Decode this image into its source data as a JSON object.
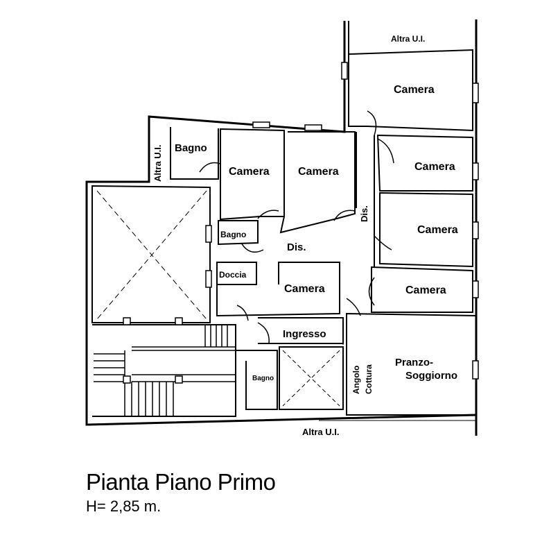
{
  "plan": {
    "rooms": {
      "altra_top": "Altra U.I.",
      "camera_ne": "Camera",
      "altra_left": "Altra U.I.",
      "bagno_top": "Bagno",
      "camera_a": "Camera",
      "camera_b": "Camera",
      "camera_e1": "Camera",
      "camera_e2": "Camera",
      "dis_vertical": "Dis.",
      "bagno_mid": "Bagno",
      "dis_main": "Dis.",
      "doccia": "Doccia",
      "camera_center": "Camera",
      "camera_e3": "Camera",
      "ingresso": "Ingresso",
      "bagno_small": "Bagno",
      "angolo": "Angolo",
      "cottura": "Cottura",
      "pranzo": "Pranzo-",
      "soggiorno": "Soggiorno",
      "altra_bottom": "Altra U.I."
    }
  },
  "caption": {
    "title": "Pianta Piano Primo",
    "height": "H= 2,85 m."
  }
}
